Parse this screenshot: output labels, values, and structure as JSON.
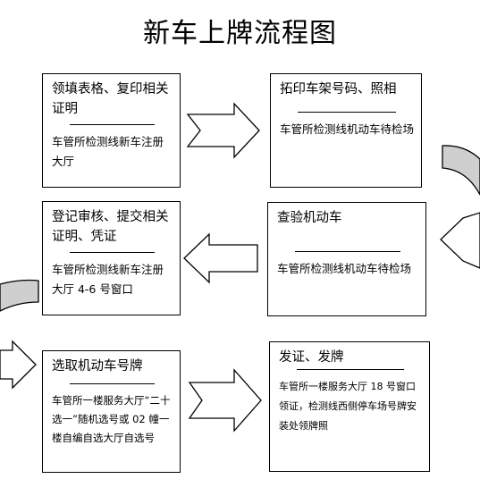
{
  "title": "新车上牌流程图",
  "steps": [
    {
      "id": 1,
      "head": "领填表格、复印相关证明",
      "location": "车管所检测线新车注册大厅"
    },
    {
      "id": 2,
      "head": "拓印车架号码、照相",
      "location": "车管所检测线机动车待检场"
    },
    {
      "id": 3,
      "head": "查验机动车",
      "location": "车管所检测线机动车待检场"
    },
    {
      "id": 4,
      "head": "登记审核、提交相关证明、凭证",
      "location": "车管所检测线新车注册大厅 4-6 号窗口"
    },
    {
      "id": 5,
      "head": "选取机动车号牌",
      "location": "车管所一楼服务大厅“二十选一”随机选号或 02 幢一楼自编自选大厅自选号"
    },
    {
      "id": 6,
      "head": "发证、发牌",
      "location": "车管所一楼服务大厅 18 号窗口领证，检测线西侧停车场号牌安装处领牌照"
    }
  ],
  "colors": {
    "arrow_fill": "#ffffff",
    "curve_fill": "#cfcfcf",
    "stroke": "#000000"
  }
}
